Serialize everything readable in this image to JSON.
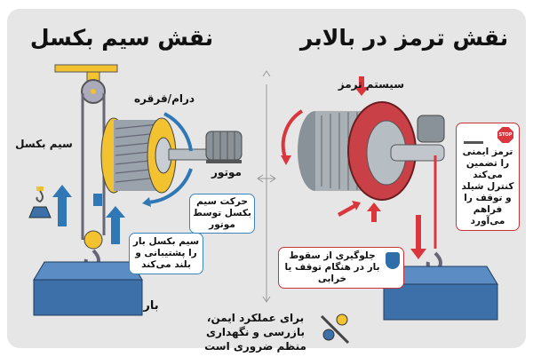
{
  "left_panel": {
    "title": "نقش سیم بکسل",
    "drum_label": "درام/قرقره",
    "rope_label": "سیم بکسل",
    "motor_label": "موتور",
    "motor_box": "حرکت سیم بکسل توسط موتور",
    "rope_box": "سیم بکسل بار را پشتیبانی و بلند می‌کند",
    "load_label": "بار"
  },
  "right_panel": {
    "title": "نقش ترمز در بالابر",
    "brake_label": "سیستم ترمز",
    "safety_box": "ترمز ایمنی را تضمین می‌کند کنترل شیلد و توقف را فراهم می‌آورد",
    "stop_sign": "STOP",
    "fall_box": "جلوگیری از سقوط بار در هنگام توقف یا خرابی"
  },
  "footer": {
    "note": "برای عملکرد ایمن، بازرسی و نگهداری منظم ضروری است"
  },
  "colors": {
    "blue": "#2f78b5",
    "red": "#d9363e",
    "yellow": "#f2c230",
    "steel": "#8a9299",
    "load": "#3d6fa8"
  }
}
